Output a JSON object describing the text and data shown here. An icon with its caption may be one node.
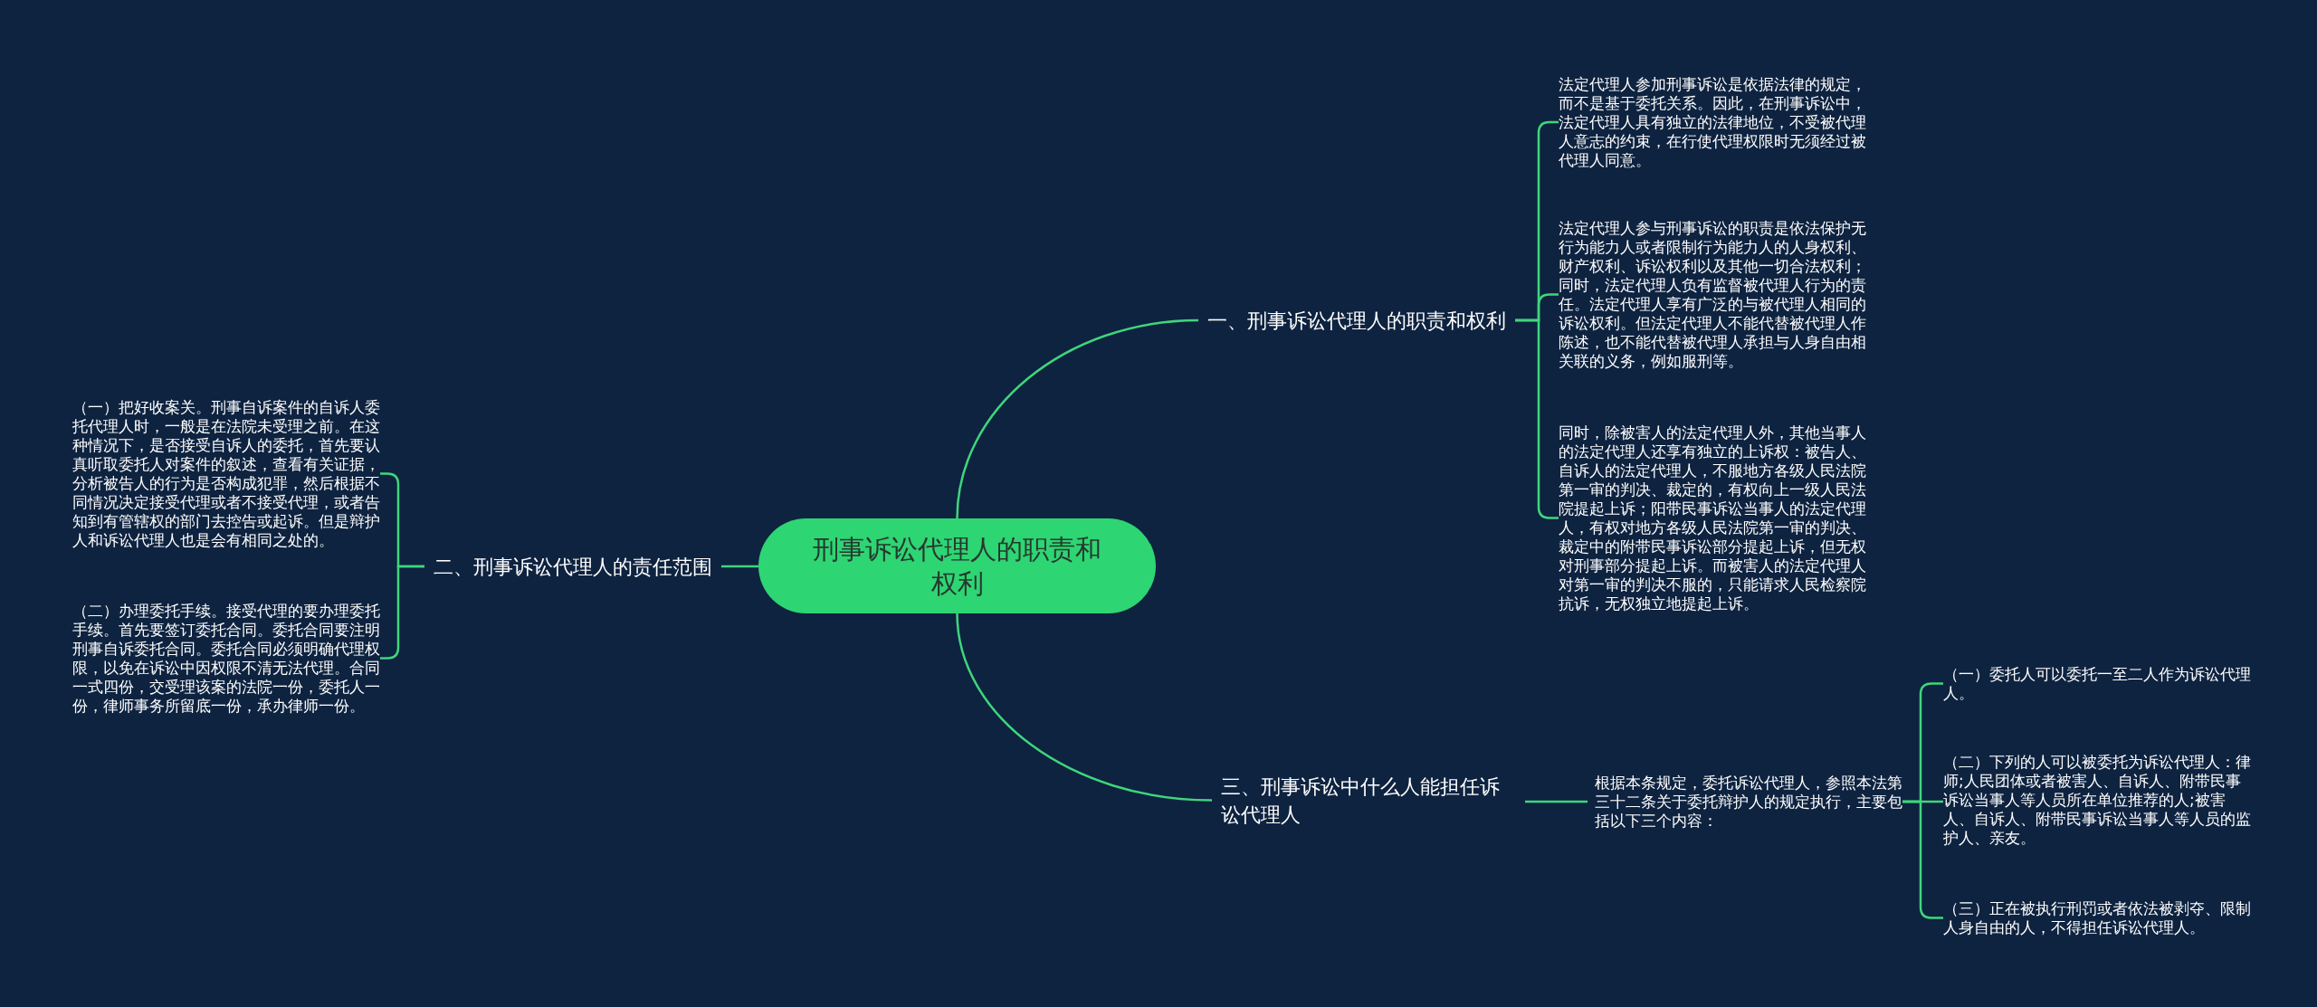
{
  "diagram": {
    "nodes": [
      {
        "text": [
          "刑事诉讼代理人的职责和权利"
        ]
      },
      {
        "text": [
          "一、刑事诉讼代理人的职责和权利"
        ]
      },
      {
        "text": [
          "法定代理人参加刑事诉讼是依据法律的规定，而不是基于委托关系。因此，在刑事诉讼中，法定代理人具有独立的法律地位，不受被代理人意志的约束，在行使代理权限时无须经过被代理人同意。"
        ]
      },
      {
        "text": [
          "法定代理人参与刑事诉讼的职责是依法保护无行为能力人或者限制行为能力人的人身权利、财产权利、诉讼权利以及其他一切合法权利；同时，法定代理人负有监督被代理人行为的责任。法定代理人享有广泛的与被代理人相同的诉讼权利。但法定代理人不能代替被代理人作陈述，也不能代替被代理人承担与人身自由相关联的义务，例如服刑等。"
        ]
      },
      {
        "text": [
          "同时，除被害人的法定代理人外，其他当事人的法定代理人还享有独立的上诉权：被告人、自诉人的法定代理人，不服地方各级人民法院第一审的判决、裁定的，有权向上一级人民法院提起上诉；阳带民事诉讼当事人的法定代理人，有权对地方各级人民法院第一审的判决、裁定中的附带民事诉讼部分提起上诉，但无权对刑事部分提起上诉。而被害人的法定代理人对第一审的判决不服的，只能请求人民检察院抗诉，无权独立地提起上诉。"
        ]
      },
      {
        "text": [
          "二、刑事诉讼代理人的责任范围"
        ]
      },
      {
        "text": [
          "（一）把好收案关。刑事自诉案件的自诉人委托代理人时，一般是在法院未受理之前。在这种情况下，是否接受自诉人的委托，首先要认真听取委托人对案件的叙述，查看有关证据，分析被告人的行为是否构成犯罪，然后根据不同情况决定接受代理或者不接受代理，或者告知到有管辖权的部门去控告或起诉。但是辩护人和诉讼代理人也是会有相同之处的。"
        ]
      },
      {
        "text": [
          "（二）办理委托手续。接受代理的要办理委托手续。首先要签订委托合同。委托合同要注明刑事自诉委托合同。委托合同必须明确代理权限，以免在诉讼中因权限不清无法代理。合同一式四份，交受理该案的法院一份，委托人一份，律师事务所留底一份，承办律师一份。"
        ]
      },
      {
        "text": [
          "三、刑事诉讼中什么人能担任诉讼代理人"
        ]
      },
      {
        "text": [
          "根据本条规定，委托诉讼代理人，参照本法第三十二条关于委托辩护人的规定执行，主要包括以下三个内容："
        ]
      },
      {
        "text": [
          "（一）委托人可以委托一至二人作为诉讼代理人。"
        ]
      },
      {
        "text": [
          "（二）下列的人可以被委托为诉讼代理人：律师;人民团体或者被害人、自诉人、附带民事诉讼当事人等人员所在单位推荐的人;被害人、自诉人、附带民事诉讼当事人等人员的监护人、亲友。"
        ]
      },
      {
        "text": [
          "（三）正在被执行刑罚或者依法被剥夺、限制人身自由的人，不得担任诉讼代理人。"
        ]
      }
    ],
    "edges": [
      {
        "from": 0,
        "to": 1,
        "arrow": "none"
      },
      {
        "from": 1,
        "to": 2,
        "arrow": "none"
      },
      {
        "from": 1,
        "to": 3,
        "arrow": "none"
      },
      {
        "from": 1,
        "to": 4,
        "arrow": "none"
      },
      {
        "from": 0,
        "to": 5,
        "arrow": "none"
      },
      {
        "from": 5,
        "to": 6,
        "arrow": "none"
      },
      {
        "from": 5,
        "to": 7,
        "arrow": "none"
      },
      {
        "from": 0,
        "to": 8,
        "arrow": "none"
      },
      {
        "from": 8,
        "to": 9,
        "arrow": "none"
      },
      {
        "from": 9,
        "to": 10,
        "arrow": "none"
      },
      {
        "from": 9,
        "to": 11,
        "arrow": "none"
      },
      {
        "from": 9,
        "to": 12,
        "arrow": "none"
      }
    ]
  }
}
